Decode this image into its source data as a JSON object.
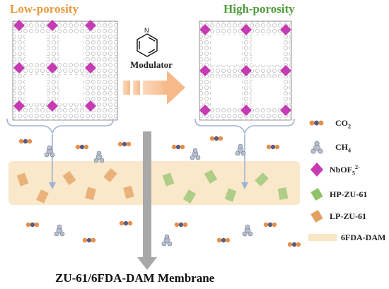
{
  "panels": {
    "low_title": "Low-porosity",
    "high_title": "High-porosity",
    "modulator_label": "Modulator"
  },
  "caption": "ZU-61/6FDA-DAM Membrane",
  "legend": {
    "co2": {
      "text": "CO",
      "sub": "2"
    },
    "ch4": {
      "text": "CH",
      "sub": "4"
    },
    "nbof": {
      "text": "NbOF",
      "sub": "5",
      "sup": "2-"
    },
    "hp": {
      "text": "HP-ZU-61"
    },
    "lp": {
      "text": "LP-ZU-61"
    },
    "dam": {
      "text": "6FDA-DAM"
    }
  },
  "colors": {
    "low_title": "#e59a3c",
    "high_title": "#4f9b3c",
    "matrix": "#f9e6c4",
    "arrow_orange": "#f6c39a",
    "nb": "#c53bb3",
    "hp": "#8fc36a",
    "lp": "#e3a060",
    "ch4": "#8c96a8",
    "gray_arrow": "#a8a8a8"
  },
  "icons": [
    "pyridine-icon",
    "co2-icon",
    "ch4-icon",
    "nbof-icon",
    "hp-crystal-icon",
    "lp-crystal-icon"
  ]
}
